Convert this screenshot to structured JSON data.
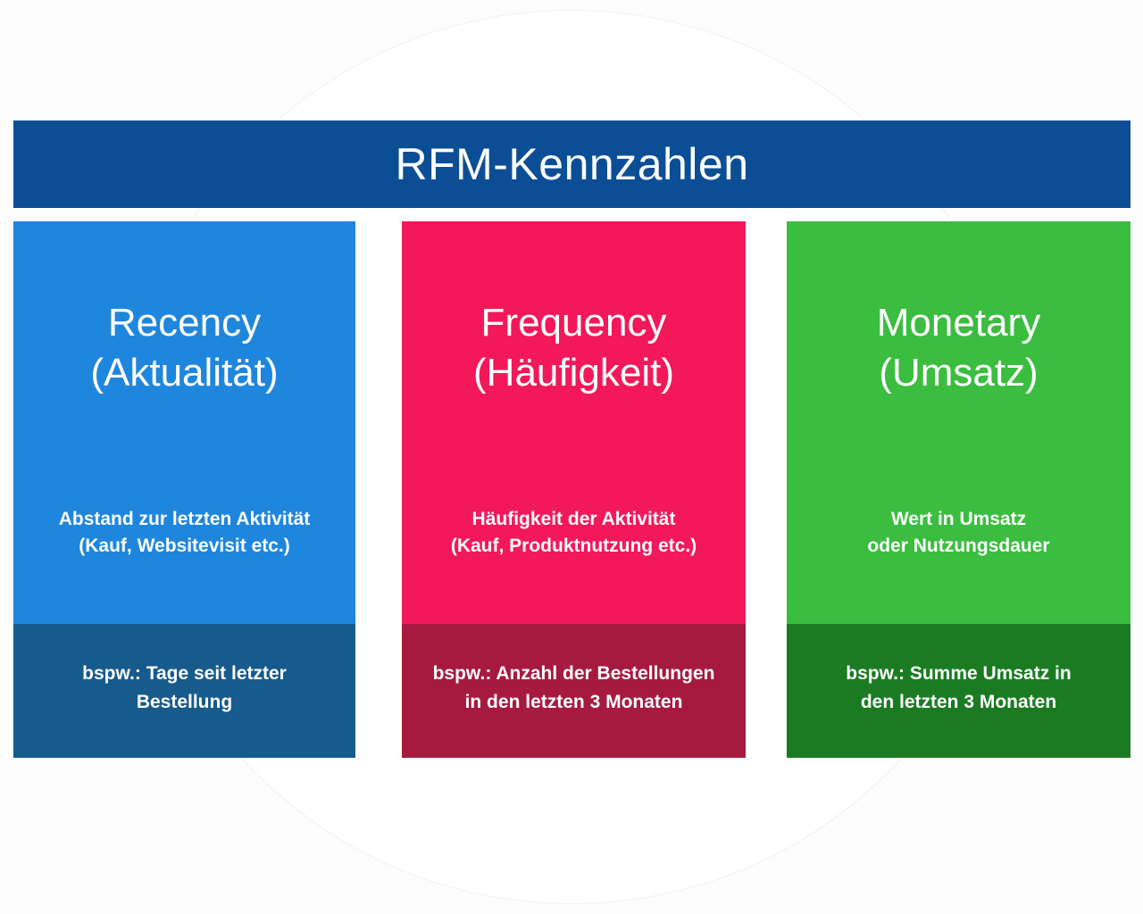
{
  "header": {
    "title": "RFM-Kennzahlen",
    "background_color": "#0b4e96",
    "text_color": "#ffffff"
  },
  "columns": [
    {
      "key": "recency",
      "title": "Recency\n(Aktualität)",
      "description": "Abstand zur letzten Aktivität\n(Kauf, Websitevisit etc.)",
      "example": "bspw.: Tage seit letzter\nBestellung",
      "body_color": "#1f86dd",
      "footer_color": "#175a8c"
    },
    {
      "key": "frequency",
      "title": "Frequency\n(Häufigkeit)",
      "description": "Häufigkeit der Aktivität\n(Kauf, Produktnutzung etc.)",
      "example": "bspw.: Anzahl der Bestellungen\nin den letzten 3 Monaten",
      "body_color": "#f3185a",
      "footer_color": "#a61a40"
    },
    {
      "key": "monetary",
      "title": "Monetary\n(Umsatz)",
      "description": "Wert in Umsatz\noder Nutzungsdauer",
      "example": "bspw.: Summe Umsatz in\nden letzten 3 Monaten",
      "body_color": "#3bbd40",
      "footer_color": "#1a7b22"
    }
  ],
  "background": {
    "page_color": "#fdfdfd",
    "circle_color": "#ffffff"
  }
}
